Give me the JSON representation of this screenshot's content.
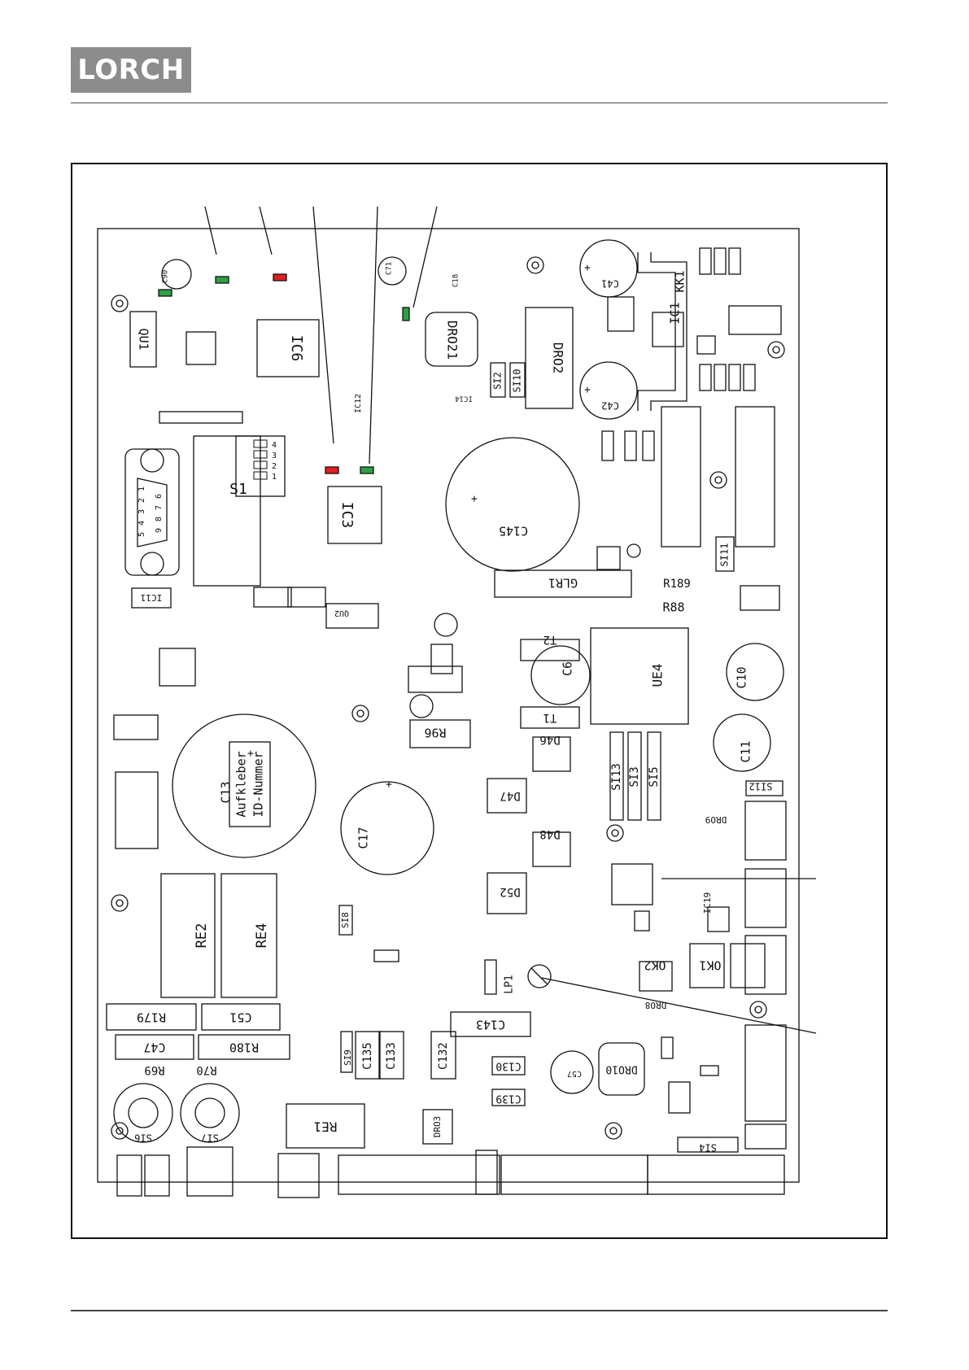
{
  "header": {
    "logo_text": "LORCH"
  },
  "colors": {
    "ink": "#111111",
    "led_green": "#2ea043",
    "led_red": "#e02020",
    "logo_bg": "#8c8c8c"
  },
  "board": {
    "big_components": [
      {
        "label": "IC6"
      },
      {
        "label": "IC3"
      },
      {
        "label": "QU1"
      },
      {
        "label": "DRO21"
      },
      {
        "label": "DRO2"
      },
      {
        "label": "KK1"
      },
      {
        "label": "IC1"
      },
      {
        "label": "UE4"
      },
      {
        "label": "GLR1"
      },
      {
        "label": "R88"
      },
      {
        "label": "R189"
      },
      {
        "label": "R96"
      },
      {
        "label": "SI13"
      },
      {
        "label": "SI3"
      },
      {
        "label": "SI5"
      },
      {
        "label": "SI12"
      },
      {
        "label": "SI11"
      },
      {
        "label": "SI2"
      },
      {
        "label": "SI10"
      },
      {
        "label": "SI8"
      },
      {
        "label": "SI9"
      },
      {
        "label": "SI4"
      },
      {
        "label": "RE2"
      },
      {
        "label": "RE4"
      },
      {
        "label": "RE1"
      },
      {
        "label": "R179"
      },
      {
        "label": "C51"
      },
      {
        "label": "C47"
      },
      {
        "label": "R180"
      },
      {
        "label": "R69"
      },
      {
        "label": "R70"
      },
      {
        "label": "C143"
      },
      {
        "label": "C135"
      },
      {
        "label": "C133"
      },
      {
        "label": "C132"
      },
      {
        "label": "C130"
      },
      {
        "label": "C139"
      },
      {
        "label": "DRO10"
      },
      {
        "label": "DRO3"
      },
      {
        "label": "DRO9"
      },
      {
        "label": "DRO8"
      },
      {
        "label": "OK2"
      },
      {
        "label": "OK1"
      },
      {
        "label": "IC19"
      },
      {
        "label": "IC11"
      },
      {
        "label": "D46"
      },
      {
        "label": "D47"
      },
      {
        "label": "D48"
      },
      {
        "label": "D52"
      },
      {
        "label": "T1"
      },
      {
        "label": "T2"
      },
      {
        "label": "C6"
      },
      {
        "label": "C10"
      },
      {
        "label": "C11"
      },
      {
        "label": "C41"
      },
      {
        "label": "C42"
      },
      {
        "label": "C145"
      },
      {
        "label": "C17"
      },
      {
        "label": "C13"
      },
      {
        "label": "S1"
      },
      {
        "label": "SI6"
      },
      {
        "label": "SI7"
      },
      {
        "label": "LP1"
      },
      {
        "label": "C57"
      },
      {
        "label": "QU2"
      },
      {
        "label": "C18"
      },
      {
        "label": "C71"
      },
      {
        "label": "C90"
      },
      {
        "label": "IC12"
      },
      {
        "label": "IC14"
      }
    ],
    "sticker": {
      "line1": "Aufkleber",
      "line2": "ID-Nummer"
    },
    "switch_positions": [
      "1",
      "2",
      "3",
      "4"
    ],
    "dsub_pins": [
      "5",
      "4",
      "3",
      "2",
      "1",
      "9",
      "8",
      "7",
      "6"
    ],
    "plus_sign": "+"
  }
}
